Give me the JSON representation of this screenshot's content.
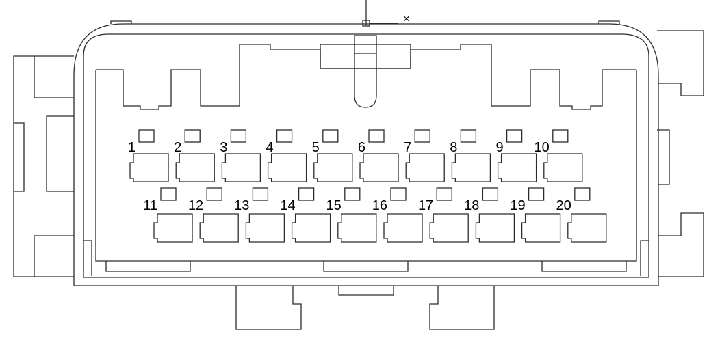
{
  "connector": {
    "rows": [
      {
        "pins": [
          1,
          2,
          3,
          4,
          5,
          6,
          7,
          8,
          9,
          10
        ]
      },
      {
        "pins": [
          11,
          12,
          13,
          14,
          15,
          16,
          17,
          18,
          19,
          20
        ]
      }
    ],
    "cross_mark": "×"
  },
  "colors": {
    "stroke": "#2b2b2b",
    "label": "#000000",
    "background": "#ffffff"
  }
}
